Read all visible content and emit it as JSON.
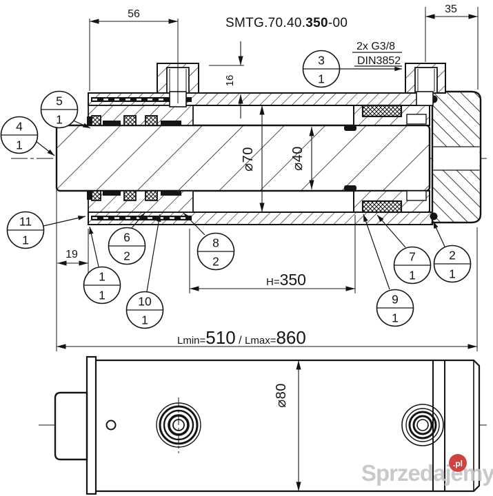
{
  "title": {
    "prefix": "SMTG.70.40.",
    "bold": "350",
    "suffix": "-00"
  },
  "port_note": {
    "line1": "2x G3/8",
    "line2": "DIN3852"
  },
  "dimensions": {
    "d56": "56",
    "d35": "35",
    "d16": "16",
    "d19": "19",
    "dia70": "⌀70",
    "dia40": "⌀40",
    "dia80": "⌀80",
    "h_label": "H=",
    "h_value": "350",
    "lmin_label": "Lmin=",
    "lmin_value": "510",
    "separator": " / ",
    "lmax_label": "Lmax=",
    "lmax_value": "860"
  },
  "balloons": [
    {
      "num": "5",
      "qty": "1"
    },
    {
      "num": "4",
      "qty": "1"
    },
    {
      "num": "3",
      "qty": "1"
    },
    {
      "num": "11",
      "qty": "1"
    },
    {
      "num": "6",
      "qty": "2"
    },
    {
      "num": "8",
      "qty": "2"
    },
    {
      "num": "1",
      "qty": "1"
    },
    {
      "num": "10",
      "qty": "1"
    },
    {
      "num": "7",
      "qty": "1"
    },
    {
      "num": "2",
      "qty": "1"
    },
    {
      "num": "9",
      "qty": "1"
    }
  ],
  "watermark": {
    "text": "Sprzedajemy",
    "badge": ".pl"
  },
  "colors": {
    "ink": "#141414",
    "watermark_gray": "#c4c4c4",
    "badge_red": "#cf4242"
  }
}
